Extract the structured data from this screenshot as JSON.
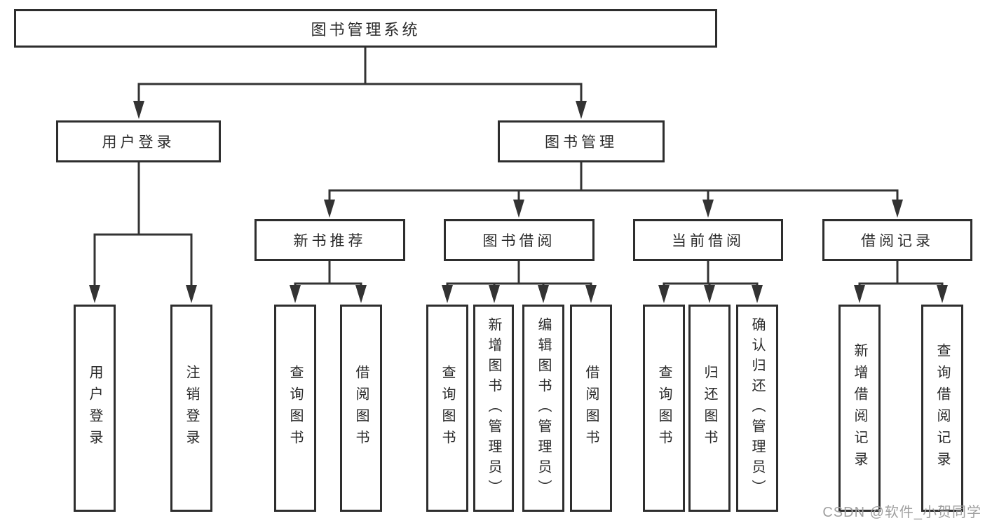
{
  "colors": {
    "line": "#333333",
    "box_border": "#2e2e2e",
    "box_fill": "#ffffff",
    "text": "#2a2a2a",
    "watermark": "#a0a0a0"
  },
  "tree": {
    "root": {
      "label": "图书管理系统"
    },
    "children": [
      {
        "label": "用户登录",
        "children": [
          {
            "label": "用户登录"
          },
          {
            "label": "注销登录"
          }
        ]
      },
      {
        "label": "图书管理",
        "children": [
          {
            "label": "新书推荐",
            "children": [
              {
                "label": "查询图书"
              },
              {
                "label": "借阅图书"
              }
            ]
          },
          {
            "label": "图书借阅",
            "children": [
              {
                "label": "查询图书"
              },
              {
                "label": "新增图书（管理员）"
              },
              {
                "label": "编辑图书（管理员）"
              },
              {
                "label": "借阅图书"
              }
            ]
          },
          {
            "label": "当前借阅",
            "children": [
              {
                "label": "查询图书"
              },
              {
                "label": "归还图书"
              },
              {
                "label": "确认归还（管理员）"
              }
            ]
          },
          {
            "label": "借阅记录",
            "children": [
              {
                "label": "新增借阅记录"
              },
              {
                "label": "查询借阅记录"
              }
            ]
          }
        ]
      }
    ]
  },
  "watermark": {
    "text": "CSDN @软件_小贺同学"
  }
}
